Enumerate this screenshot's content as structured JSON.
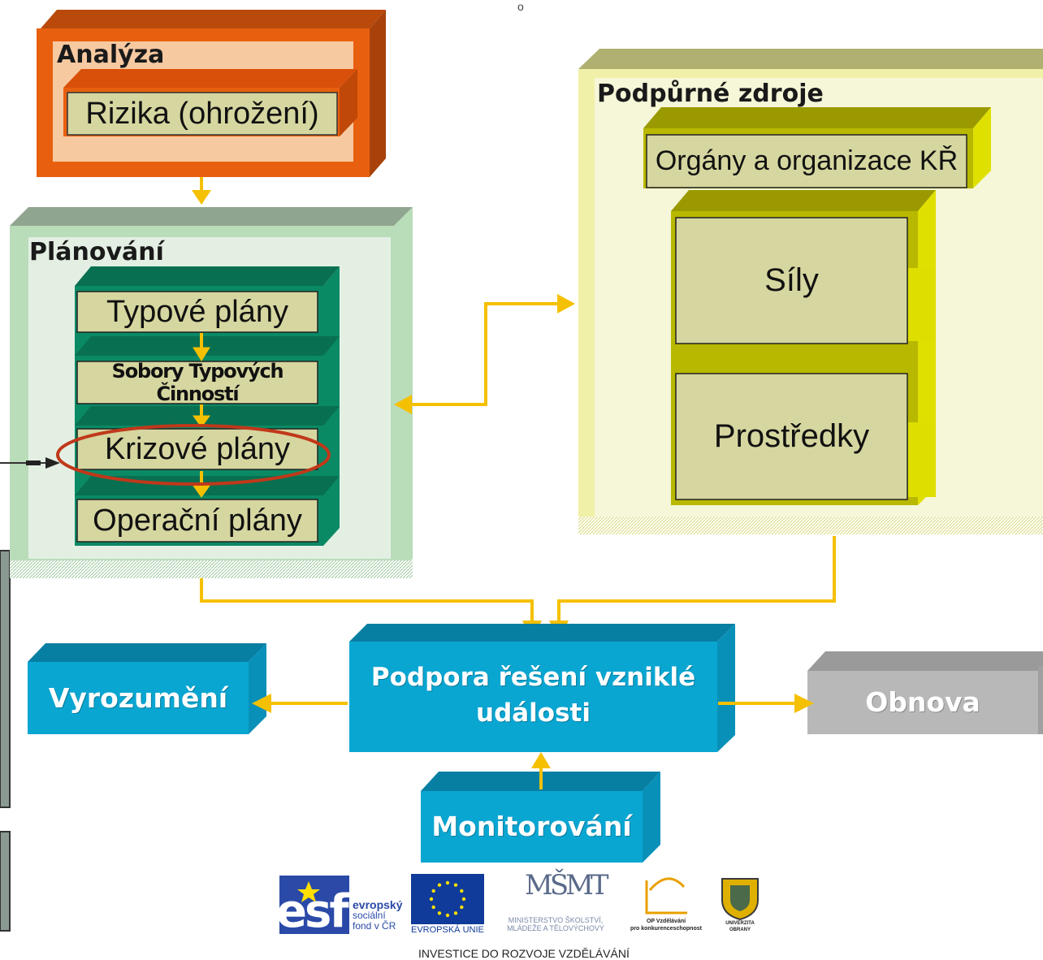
{
  "colors": {
    "orange": "#e8600f",
    "peach": "#f7c9a1",
    "olive_box": "#d6d6a0",
    "green_frame": "#b9dcb9",
    "green_panel": "#e4efe4",
    "teal": "#0a8a64",
    "yellow_frame": "#f0f0a8",
    "yellow_panel": "#f6f6d8",
    "yellow_side": "#dede00",
    "cyan": "#0aa6d2",
    "grey": "#b8b8b8",
    "arrow": "#f5c000",
    "red_ellipse": "#c0381a"
  },
  "analysis": {
    "title": "Analýza",
    "item": "Rizika (ohrožení)"
  },
  "planning": {
    "title": "Plánování",
    "items": [
      "Typové plány",
      "Sobory Typových Činností",
      "Krizové plány",
      "Operační plány"
    ]
  },
  "support": {
    "title": "Podpůrné zdroje",
    "items": [
      "Orgány a organizace KŘ",
      "Síly",
      "Prostředky"
    ]
  },
  "center": {
    "line1": "Podpora řešení vzniklé",
    "line2": "události"
  },
  "left_box": "Vyrozumění",
  "right_box": "Obnova",
  "bottom_box": "Monitorování",
  "top_mark": "o",
  "footer": {
    "esf": "esf",
    "esf_text": [
      "evropský",
      "sociální",
      "fond v ČR"
    ],
    "eu_label": "EVROPSKÁ UNIE",
    "msmt_logo": "MŠMT",
    "msmt_text": [
      "MINISTERSTVO ŠKOLSTVÍ,",
      "MLÁDEŽE A TĚLOVÝCHOVY"
    ],
    "op_text": [
      "OP Vzdělávání",
      "pro konkurenceschopnost"
    ],
    "univ_text": [
      "UNIVERZITA",
      "OBRANY"
    ],
    "investice": "INVESTICE DO ROZVOJE VZDĚLÁVÁNÍ"
  }
}
